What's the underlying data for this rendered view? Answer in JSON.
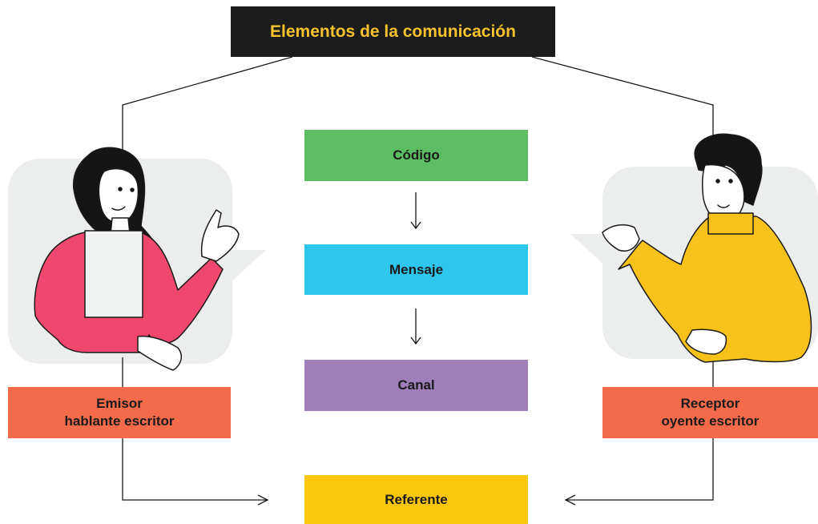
{
  "title": "Elementos de la comunicación",
  "steps": [
    {
      "label": "Código"
    },
    {
      "label": "Mensaje"
    },
    {
      "label": "Canal"
    },
    {
      "label": "Referente"
    }
  ],
  "emisor": {
    "line1": "Emisor",
    "line2": "hablante escritor"
  },
  "receptor": {
    "line1": "Receptor",
    "line2": "oyente escritor"
  },
  "colors": {
    "title_bg": "#1c1c1c",
    "title_text": "#f6c22b",
    "codigo": "#5cbd63",
    "mensaje": "#2fc6ee",
    "canal": "#9f7eba",
    "referente": "#fcc70a",
    "person_box": "#f36b4a",
    "bubble": "#eceded",
    "emisor_sweater": "#f0476e",
    "receptor_sweater": "#f8c21a"
  }
}
